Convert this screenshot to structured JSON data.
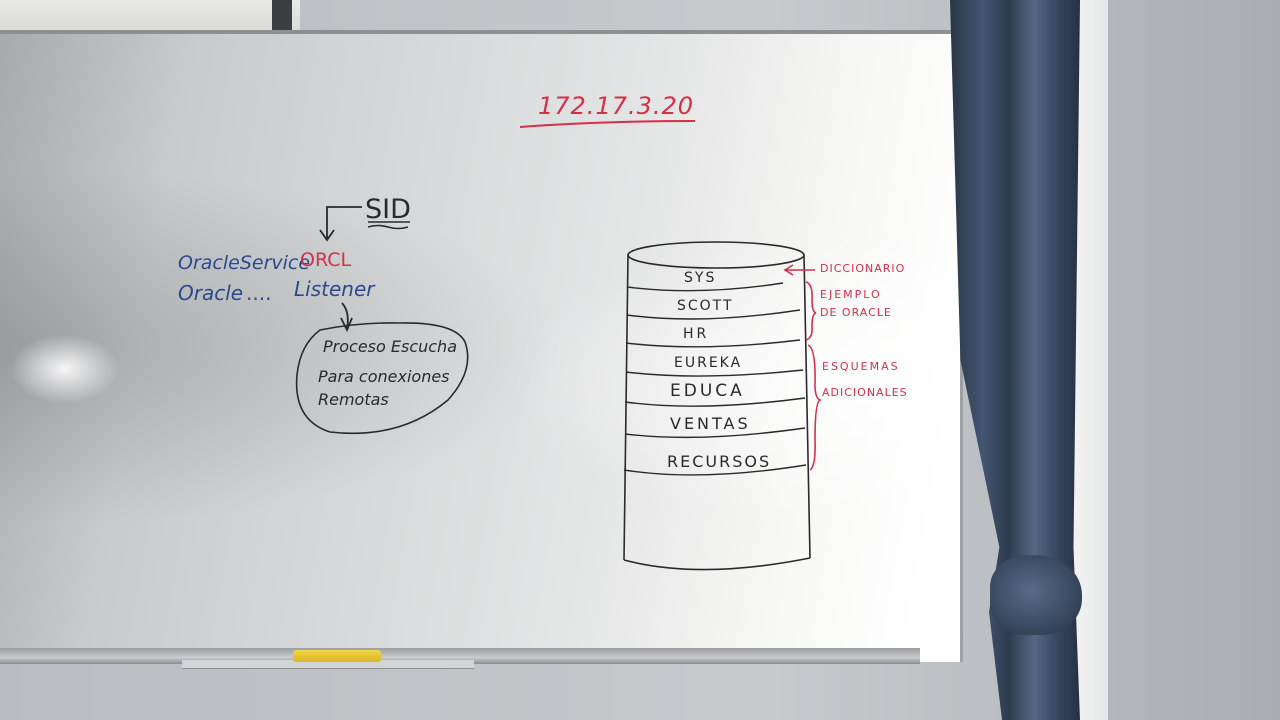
{
  "board": {
    "ip_address": "172.17.3.20",
    "sid_label": "SID",
    "service_prefix": "OracleService",
    "service_sid": "ORCL",
    "listener_prefix": "Oracle",
    "listener_dots": "....",
    "listener_name": "Listener",
    "bubble_lines": [
      "Proceso Escucha",
      "Para conexiones",
      "Remotas"
    ],
    "schemas": [
      "SYS",
      "SCOTT",
      "HR",
      "EUREKA",
      "EDUCA",
      "VENTAS",
      "RECURSOS"
    ],
    "annotations": {
      "diccionario": "DICCIONARIO",
      "ejemplo_1": "EJEMPLO",
      "ejemplo_2": "DE ORACLE",
      "esquemas_1": "ESQUEMAS",
      "esquemas_2": "ADICIONALES"
    }
  },
  "colors": {
    "blue_marker": "#2b4a8e",
    "red_marker": "#d62f4a",
    "black_marker": "#2a2a2a"
  }
}
